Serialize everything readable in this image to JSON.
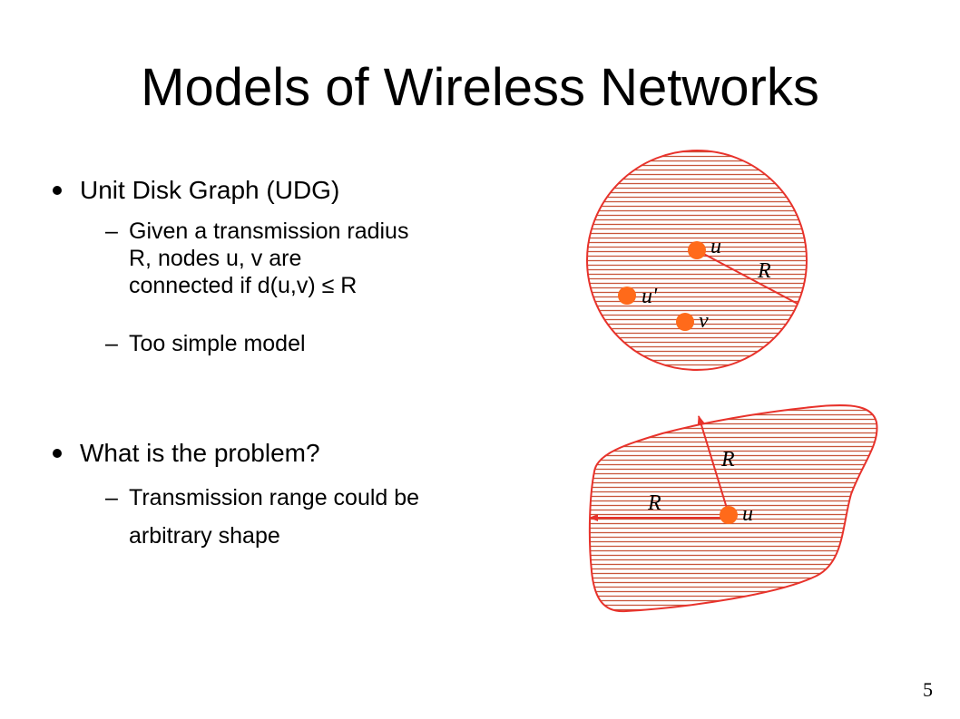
{
  "title": "Models of Wireless Networks",
  "bullets": [
    {
      "text": "Unit Disk Graph (UDG)",
      "sub": [
        {
          "line1": "Given a transmission radius",
          "line2": "R, nodes u, v are",
          "line3": "connected if d(u,v) ≤ R"
        },
        {
          "line1": "Too simple model"
        }
      ]
    },
    {
      "text": "What is the problem?",
      "sub": [
        {
          "line1": "Transmission range could be",
          "line2": "arbitrary shape"
        }
      ]
    }
  ],
  "dash": "–",
  "diagram_circle": {
    "label_u": "u",
    "label_R": "R",
    "label_u_prime": "u'",
    "label_v": "v"
  },
  "diagram_shape": {
    "label_R_up": "R",
    "label_R_left": "R",
    "label_u": "u"
  },
  "colors": {
    "region_stroke": "#e8322b",
    "hatch": "#c8553a",
    "node": "#ff6a1a"
  },
  "page_number": "5"
}
